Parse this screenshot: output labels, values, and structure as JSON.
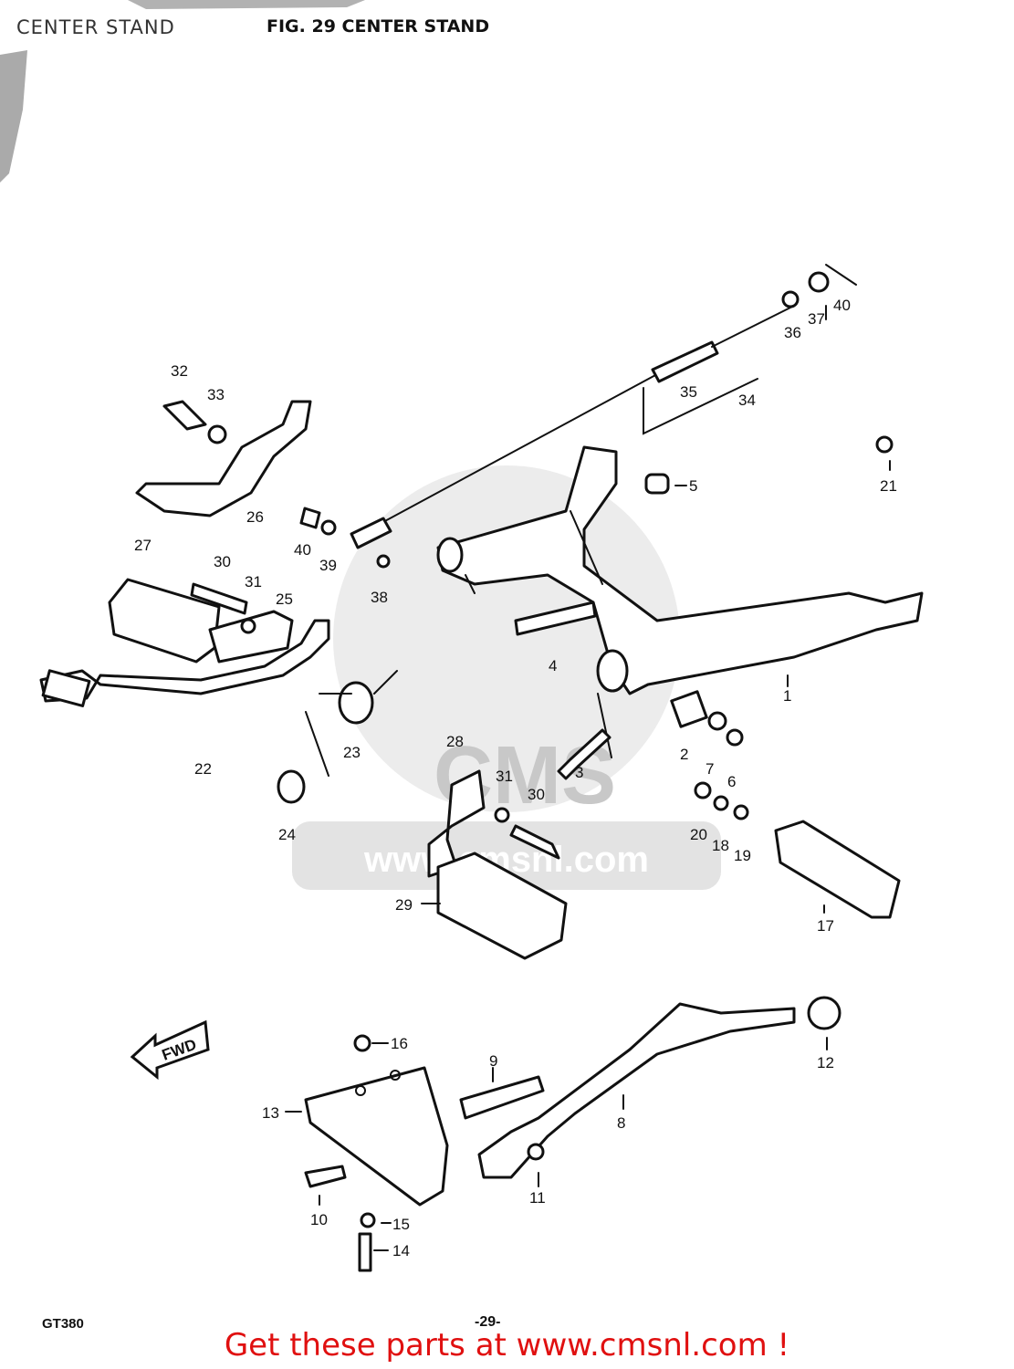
{
  "header": {
    "left_title": "CENTER STAND",
    "figure_title": "FIG. 29   CENTER STAND"
  },
  "fwd_label": "FWD",
  "watermark": {
    "text": "www.cmsnl.com",
    "logo": "CMS"
  },
  "callouts": [
    {
      "id": "1",
      "text": "1"
    },
    {
      "id": "2",
      "text": "2"
    },
    {
      "id": "3",
      "text": "3"
    },
    {
      "id": "4",
      "text": "4"
    },
    {
      "id": "5",
      "text": "5"
    },
    {
      "id": "6",
      "text": "6"
    },
    {
      "id": "7",
      "text": "7"
    },
    {
      "id": "8",
      "text": "8"
    },
    {
      "id": "9",
      "text": "9"
    },
    {
      "id": "10",
      "text": "10"
    },
    {
      "id": "11",
      "text": "11"
    },
    {
      "id": "12",
      "text": "12"
    },
    {
      "id": "13",
      "text": "13"
    },
    {
      "id": "14",
      "text": "14"
    },
    {
      "id": "15",
      "text": "15"
    },
    {
      "id": "16",
      "text": "16"
    },
    {
      "id": "17",
      "text": "17"
    },
    {
      "id": "18",
      "text": "18"
    },
    {
      "id": "19",
      "text": "19"
    },
    {
      "id": "20",
      "text": "20"
    },
    {
      "id": "21",
      "text": "21"
    },
    {
      "id": "22",
      "text": "22"
    },
    {
      "id": "23",
      "text": "23"
    },
    {
      "id": "24",
      "text": "24"
    },
    {
      "id": "25",
      "text": "25"
    },
    {
      "id": "26",
      "text": "26"
    },
    {
      "id": "27",
      "text": "27"
    },
    {
      "id": "28",
      "text": "28"
    },
    {
      "id": "29",
      "text": "29"
    },
    {
      "id": "30a",
      "text": "30"
    },
    {
      "id": "30b",
      "text": "30"
    },
    {
      "id": "31a",
      "text": "31"
    },
    {
      "id": "31b",
      "text": "31"
    },
    {
      "id": "32",
      "text": "32"
    },
    {
      "id": "33",
      "text": "33"
    },
    {
      "id": "34",
      "text": "34"
    },
    {
      "id": "35",
      "text": "35"
    },
    {
      "id": "36",
      "text": "36"
    },
    {
      "id": "37",
      "text": "37"
    },
    {
      "id": "38",
      "text": "38"
    },
    {
      "id": "39",
      "text": "39"
    },
    {
      "id": "40a",
      "text": "40"
    },
    {
      "id": "40b",
      "text": "40"
    }
  ],
  "footer": {
    "model": "GT380",
    "page": "-29-",
    "promo": "Get these parts at www.cmsnl.com !"
  },
  "colors": {
    "promo": "#e01010",
    "watermark": "#dcdcdc",
    "ink": "#111111"
  }
}
